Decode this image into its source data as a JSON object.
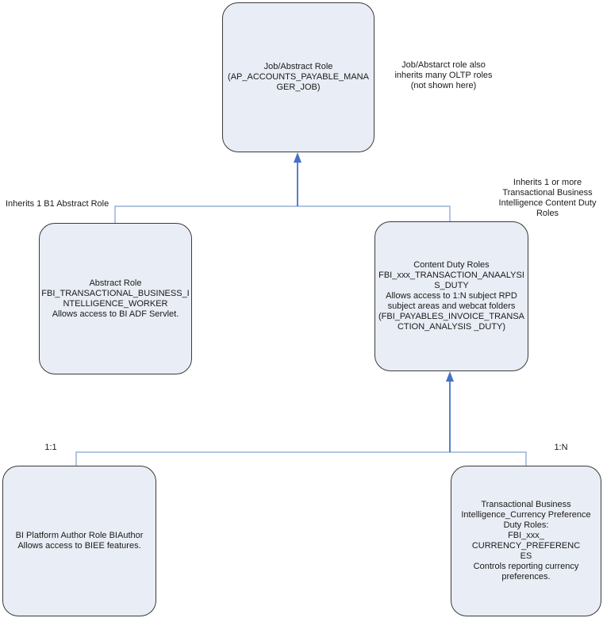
{
  "diagram": {
    "colors": {
      "box_fill": "#E9EDF5",
      "box_border": "#3A3A3A",
      "connector_line": "#95B3D7",
      "arrow": "#4472C4"
    },
    "nodes": {
      "job_abstract_role": {
        "text": "Job/Abstract Role\n(AP_ACCOUNTS_PAYABLE_MANA\nGER_JOB)"
      },
      "abstract_role_worker": {
        "text": "Abstract Role\nFBI_TRANSACTIONAL_BUSINESS_I\nNTELLIGENCE_WORKER\nAllows access to BI ADF Servlet."
      },
      "content_duty_roles": {
        "text": "Content Duty Roles\nFBI_xxx_TRANSACTION_ANAALYSI\nS_DUTY\nAllows access to 1:N subject RPD\nsubject areas and webcat folders\n(FBI_PAYABLES_INVOICE_TRANSA\nCTION_ANALYSIS _DUTY)"
      },
      "bi_platform_author": {
        "text": "BI Platform Author Role BIAuthor\nAllows access to BIEE features."
      },
      "currency_preference_duty": {
        "text": "Transactional Business\nIntelligence_Currency Preference\nDuty Roles:\nFBI_xxx_\nCURRENCY_PREFERENC\nES\nControls reporting currency\npreferences."
      }
    },
    "annotations": {
      "oltp_note": "Job/Abstarct role also\ninherits many OLTP roles\n(not shown here)",
      "inherits_abstract": "Inherits 1 B1 Abstract Role",
      "inherits_content_duty": "Inherits 1 or more\nTransactional Business\nIntelligence Content Duty\nRoles",
      "cardinality_left": "1:1",
      "cardinality_right": "1:N"
    }
  }
}
